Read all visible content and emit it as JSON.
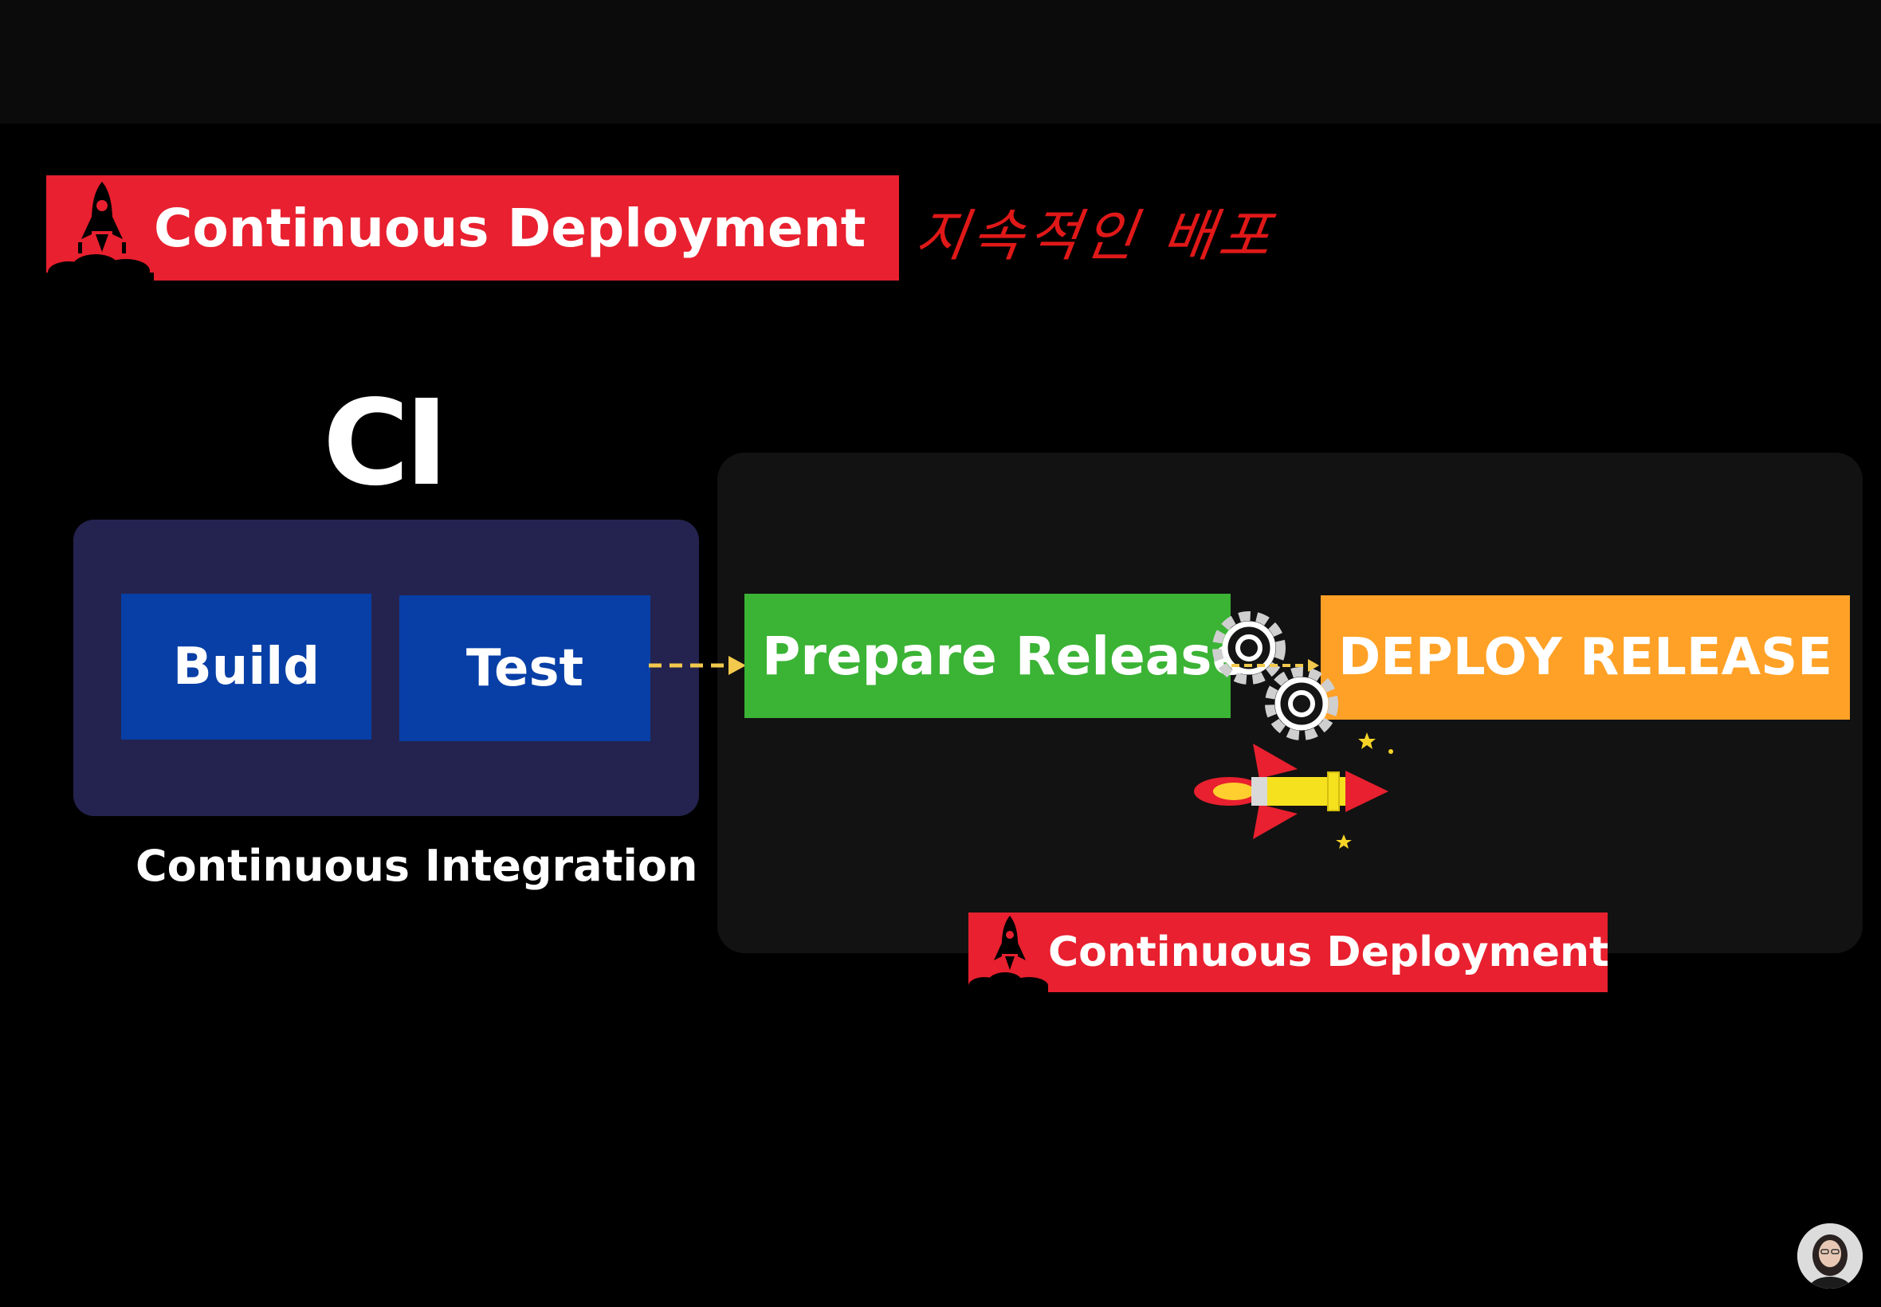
{
  "header": {
    "banner_title": "Continuous Deployment",
    "korean_annotation": "지속적인 배포"
  },
  "ci": {
    "title": "CI",
    "steps": [
      "Build",
      "Test"
    ],
    "caption": "Continuous Integration"
  },
  "cd": {
    "prepare_label": "Prepare Release",
    "deploy_label": "DEPLOY RELEASE",
    "banner_label": "Continuous Deployment"
  },
  "icons": {
    "rocket_logo": "rocket-icon",
    "gears": "gears-icon",
    "flying_rocket": "rocket-icon",
    "arrow": "dashed-arrow-icon",
    "avatar": "presenter-avatar"
  },
  "colors": {
    "banner_red": "#e8202f",
    "annotation_red": "#e01818",
    "ci_panel": "#24234f",
    "step_blue": "#073fa6",
    "prepare_green": "#3bb335",
    "deploy_orange": "#ffa126",
    "arrow_yellow": "#f2c94c"
  }
}
